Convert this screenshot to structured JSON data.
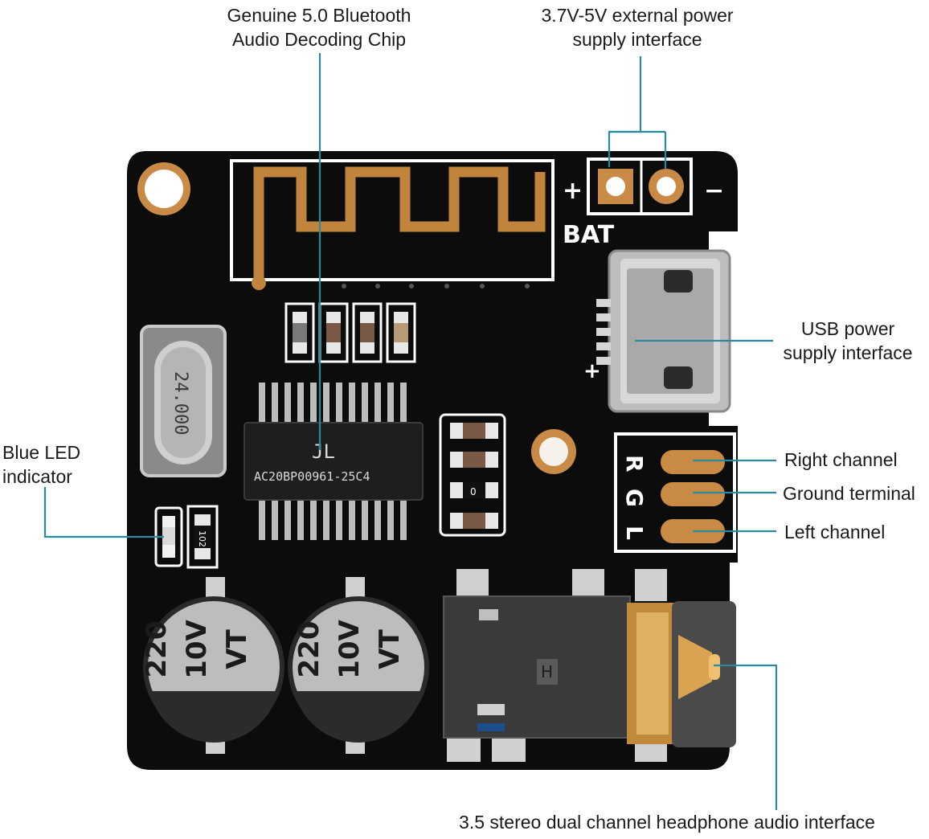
{
  "colors": {
    "pcb": "#0c0c0c",
    "copper": "#c0843c",
    "gold": "#c98a45",
    "leader_line": "#2a8aa0",
    "silkscreen": "#ffffff",
    "text": "#1a1a1a"
  },
  "labels": {
    "chip_line1": "Genuine 5.0 Bluetooth",
    "chip_line2": "Audio Decoding Chip",
    "power_line1": "3.7V-5V external power",
    "power_line2": "supply interface",
    "usb_line1": "USB power",
    "usb_line2": "supply interface",
    "led_line1": "Blue LED",
    "led_line2": "indicator",
    "right_channel": "Right channel",
    "ground_terminal": "Ground terminal",
    "left_channel": "Left channel",
    "headphone": "3.5 stereo dual channel headphone audio interface"
  },
  "board": {
    "bat_label": "BAT",
    "plus_sign": "+",
    "minus_sign": "−",
    "usb_plus": "+",
    "pad_r": "R",
    "pad_g": "G",
    "pad_l": "L",
    "crystal_marking": "24.000",
    "chip_logo": "JL",
    "chip_marking": "AC20BP00961-25C4",
    "resistor_marking": "102",
    "small_cap_marking": "0",
    "cap1_lines": [
      "220",
      "10V",
      "VT"
    ],
    "cap2_lines": [
      "220",
      "10V",
      "VT"
    ],
    "jack_marking": "H"
  }
}
